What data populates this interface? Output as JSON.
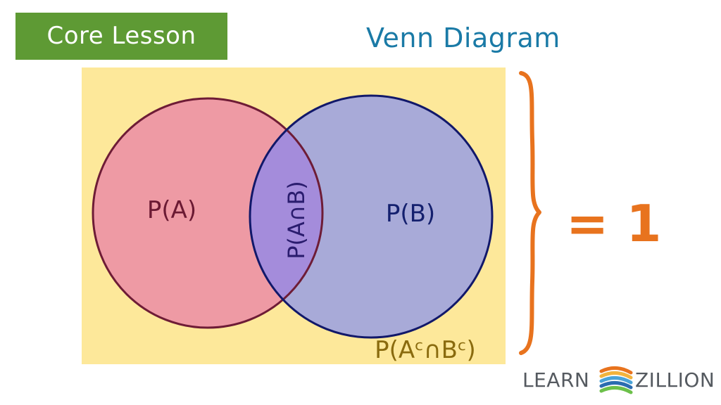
{
  "header": {
    "badge_label": "Core Lesson",
    "title": "Venn Diagram"
  },
  "diagram": {
    "region_a_label": "P(A)",
    "region_b_label": "P(B)",
    "intersection_label": "P(A∩B)",
    "complement_label": "P(Aᶜ∩Bᶜ)",
    "total_label": "= 1",
    "colors": {
      "universe_fill": "#fde89a",
      "circle_a_fill": "#ee9aa4",
      "circle_a_stroke": "#6e1c36",
      "circle_b_fill": "#a8aad8",
      "circle_b_stroke": "#11186a",
      "overlap_fill": "#a48cdb",
      "label_a_color": "#6b1a33",
      "label_b_color": "#14206e",
      "intersection_label_color": "#2a1c6e",
      "complement_label_color": "#8a6b0e",
      "brace_color": "#e8731e"
    }
  },
  "logo": {
    "left_text": "LEARN",
    "right_text": "ZILLION",
    "mark_colors": [
      "#e8731e",
      "#f2b33d",
      "#4aa3d8",
      "#2b6cb0",
      "#6cc04a"
    ]
  }
}
